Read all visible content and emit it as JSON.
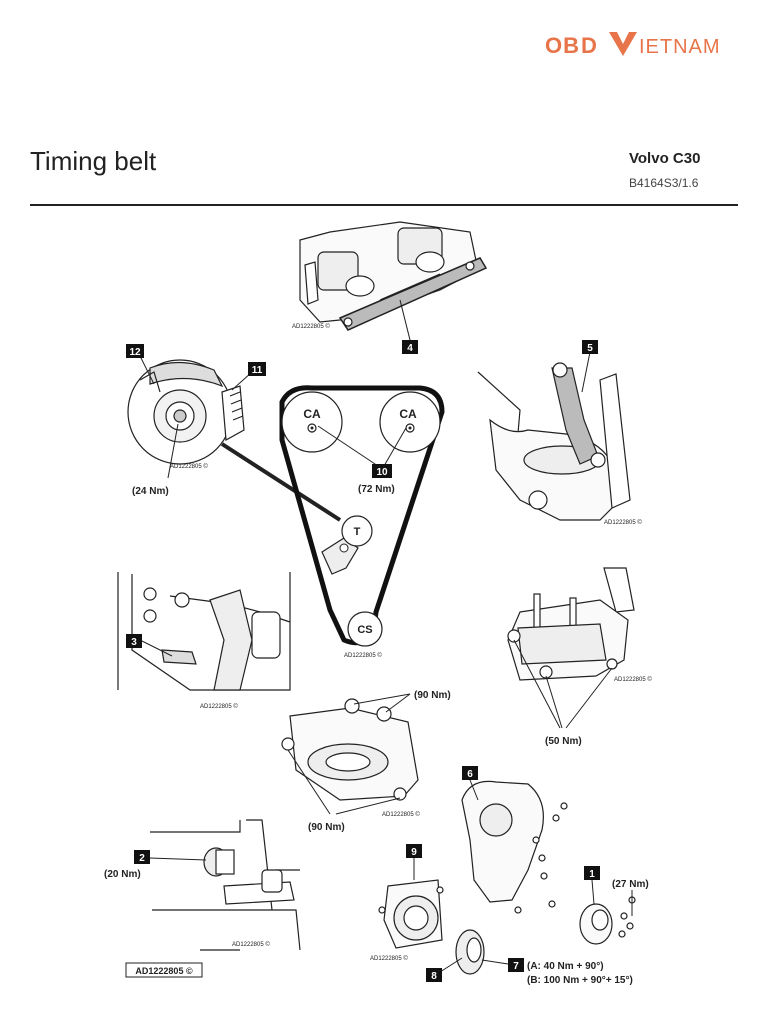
{
  "brand": {
    "logo_text": "OBDVIETNAM",
    "logo_parts": [
      "OB",
      "D",
      "V",
      "IETNAM"
    ],
    "logo_color": "#e8754a"
  },
  "header": {
    "title": "Timing belt",
    "model": "Volvo C30",
    "engine": "B4164S3/1.6"
  },
  "diagram": {
    "figure_ref": "AD1222805 ©",
    "footer_ref": "AD1222805 ©",
    "callouts": {
      "c1": "1",
      "c2": "2",
      "c3": "3",
      "c4": "4",
      "c5": "5",
      "c6": "6",
      "c7": "7",
      "c8": "8",
      "c9": "9",
      "c10": "10",
      "c11": "11",
      "c12": "12"
    },
    "pulleys": {
      "cam_left": "CA",
      "cam_right": "CA",
      "tensioner": "T",
      "crank": "CS"
    },
    "torques": {
      "t_24": "(24 Nm)",
      "t_72": "(72 Nm)",
      "t_90_top": "(90 Nm)",
      "t_90_bottom": "(90 Nm)",
      "t_50": "(50 Nm)",
      "t_20": "(20 Nm)",
      "t_27": "(27 Nm)",
      "t_7a": "(A: 40 Nm + 90°)",
      "t_7b": "(B: 100 Nm + 90°+ 15°)"
    }
  }
}
